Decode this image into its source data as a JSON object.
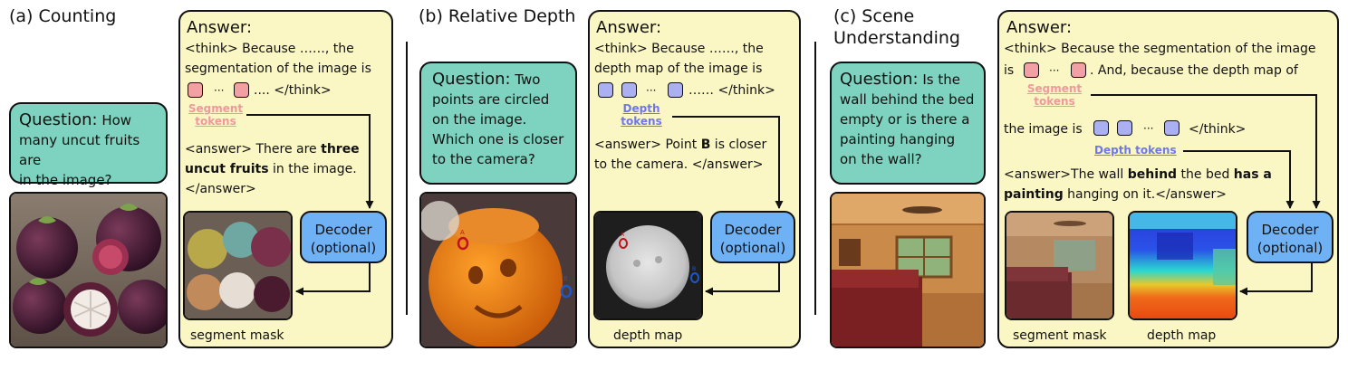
{
  "panels": {
    "a": {
      "title": "(a) Counting",
      "question_label": "Question:",
      "question_text_l1": " How",
      "question_text_l2": "many uncut fruits are",
      "question_text_l3": "in the image?",
      "answer_title": "Answer:",
      "think_l1": "<think> Because ……, the",
      "think_l2": "segmentation of the image is",
      "think_end": ".... </think>",
      "dots": "···",
      "seg_label_l1": "Segment",
      "seg_label_l2": "tokens",
      "answer_l1_pre": "<answer> There are ",
      "answer_l1_bold": "three",
      "answer_l2_bold": "uncut fruits",
      "answer_l2_post": " in the image.",
      "answer_l3": "</answer>",
      "decoder_l1": "Decoder",
      "decoder_l2": "(optional)",
      "caption": "segment mask"
    },
    "b": {
      "title": "(b) Relative Depth",
      "question_label": "Question:",
      "question_text_l1": " Two",
      "question_text_l2": "points are circled",
      "question_text_l3": "on the image.",
      "question_text_l4": "Which one is closer",
      "question_text_l5": " to the camera?",
      "answer_title": "Answer:",
      "think_l1": "<think> Because ……, the",
      "think_l2": "depth map of the image is",
      "think_end": "…… </think>",
      "dots": "···",
      "dep_label_l1": "Depth",
      "dep_label_l2": "tokens",
      "answer_l1_pre": "<answer> Point ",
      "answer_l1_bold": "B",
      "answer_l1_post": " is closer",
      "answer_l2": "to the camera. </answer>",
      "decoder_l1": "Decoder",
      "decoder_l2": "(optional)",
      "caption": "depth map",
      "point_a": "A",
      "point_b": "B"
    },
    "c": {
      "title_l1": "(c) Scene",
      "title_l2": "Understanding",
      "question_label": "Question:",
      "question_text_l1": " Is the",
      "question_text_l2": "wall behind the bed",
      "question_text_l3": "empty or is there a",
      "question_text_l4": "painting hanging",
      "question_text_l5": " on the wall?",
      "answer_title": "Answer:",
      "think_l1": "<think> Because the segmentation of the image",
      "think_l2_pre": "is",
      "think_l2_post": ". And, because the depth map of",
      "dots": "···",
      "seg_label_l1": "Segment",
      "seg_label_l2": "tokens",
      "think_l3_pre": "the image is",
      "think_l3_post": "</think>",
      "dep_label": "Depth tokens",
      "answer_l1_pre": "<answer>The wall ",
      "answer_l1_bold1": "behind",
      "answer_l1_mid": " the bed ",
      "answer_l1_bold2": "has a",
      "answer_l2_bold": "painting",
      "answer_l2_post": " hanging on it.</answer>",
      "decoder_l1": "Decoder",
      "decoder_l2": "(optional)",
      "caption_seg": "segment mask",
      "caption_depth": "depth map"
    }
  },
  "colors": {
    "question_bg": "#7dd3bf",
    "answer_bg": "#fbf7c4",
    "decoder_bg": "#6fb1f5",
    "segment_token": "#f2a0a4",
    "depth_token": "#aab0f2"
  }
}
